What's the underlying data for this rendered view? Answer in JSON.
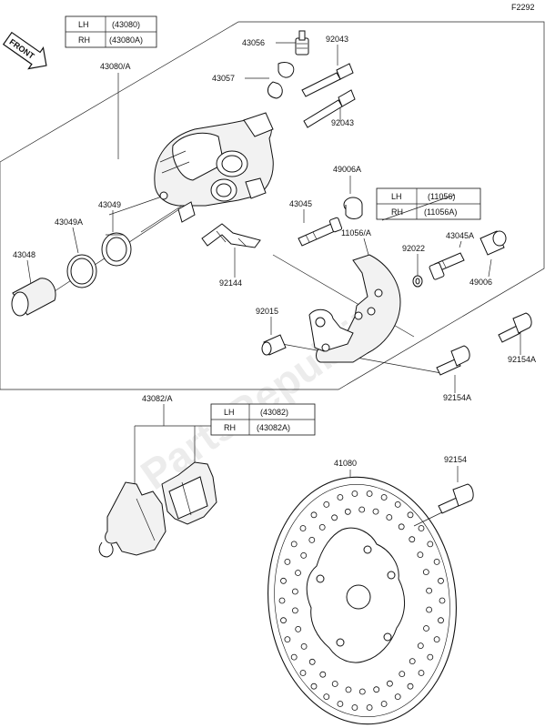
{
  "figure_code": "F2292",
  "front_badge": "FRONT",
  "watermark": "PartsRepublik",
  "caliper_table": {
    "rows": [
      {
        "side": "LH",
        "part": "(43080)"
      },
      {
        "side": "RH",
        "part": "(43080A)"
      }
    ]
  },
  "bracket_table": {
    "rows": [
      {
        "side": "LH",
        "part": "(11056)"
      },
      {
        "side": "RH",
        "part": "(11056A)"
      }
    ]
  },
  "pad_table": {
    "rows": [
      {
        "side": "LH",
        "part": "(43082)"
      },
      {
        "side": "RH",
        "part": "(43082A)"
      }
    ]
  },
  "labels": {
    "p43080": "43080/A",
    "p43056": "43056",
    "p92043a": "92043",
    "p43057": "43057",
    "p92043b": "92043",
    "p49006A": "49006A",
    "p43045": "43045",
    "p43049": "43049",
    "p43049A": "43049A",
    "p43048": "43048",
    "p92144": "92144",
    "p11056": "11056/A",
    "p92022": "92022",
    "p43045A": "43045A",
    "p49006": "49006",
    "p92015": "92015",
    "p92154A_a": "92154A",
    "p92154A_b": "92154A",
    "p43082": "43082/A",
    "p41080": "41080",
    "p92154": "92154"
  }
}
